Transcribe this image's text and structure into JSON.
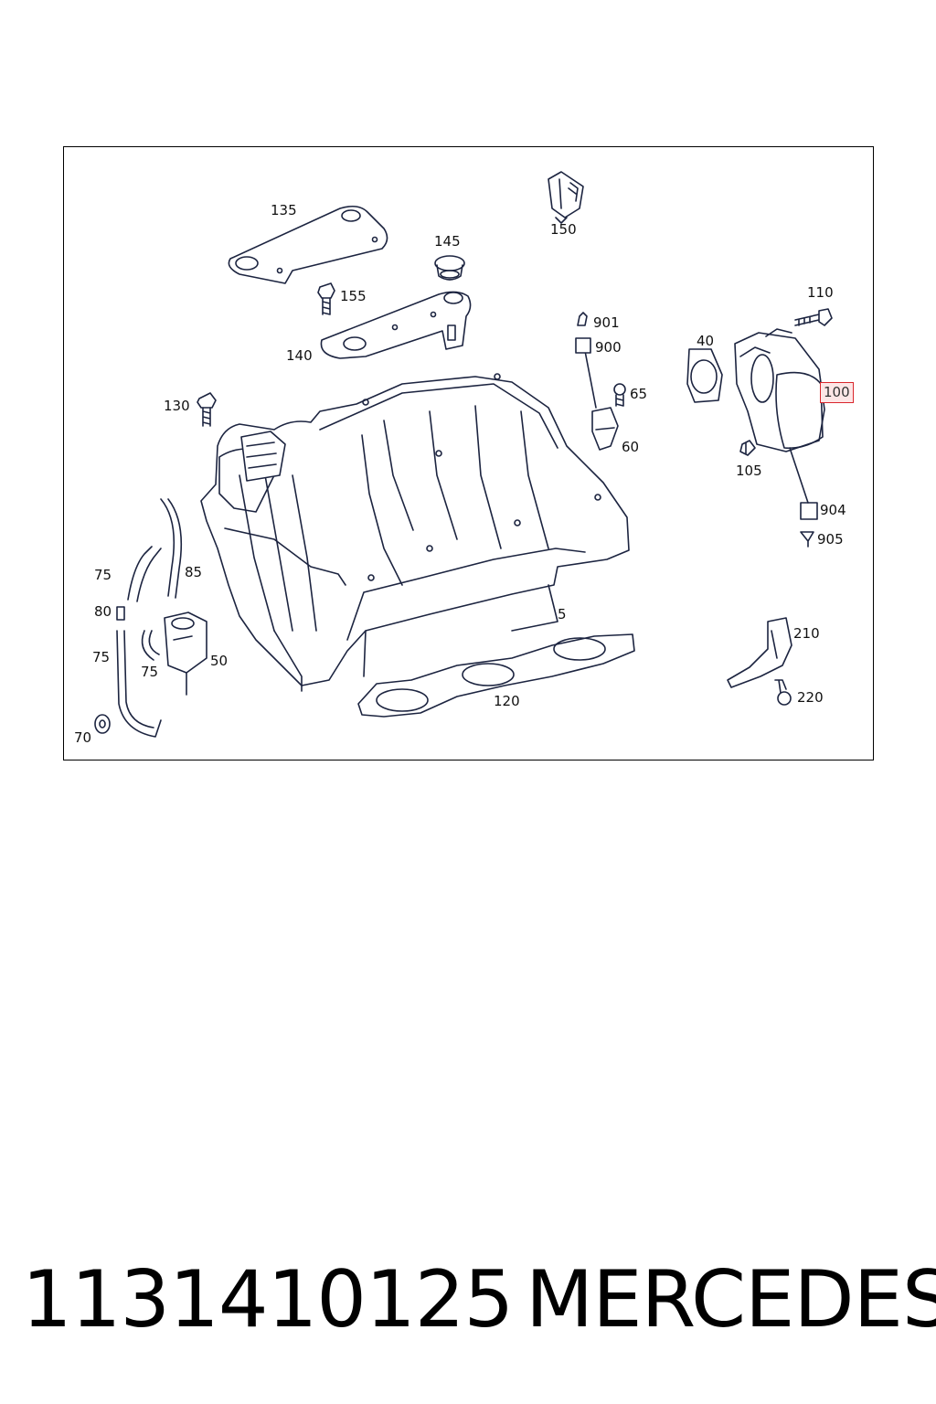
{
  "callouts": {
    "c5": "5",
    "c40": "40",
    "c50": "50",
    "c60": "60",
    "c65": "65",
    "c70": "70",
    "c75a": "75",
    "c75b": "75",
    "c75c": "75",
    "c80": "80",
    "c85": "85",
    "c100": "100",
    "c105": "105",
    "c110": "110",
    "c120": "120",
    "c130": "130",
    "c135": "135",
    "c140": "140",
    "c145": "145",
    "c150": "150",
    "c155": "155",
    "c210": "210",
    "c220": "220",
    "c900": "900",
    "c901": "901",
    "c904": "904",
    "c905": "905"
  },
  "footer": {
    "part_number": "1131410125",
    "brand": "MERCEDES"
  },
  "colors": {
    "highlight_border": "#d9262c",
    "highlight_fill": "#fde6e6",
    "line": "#1c2440"
  }
}
